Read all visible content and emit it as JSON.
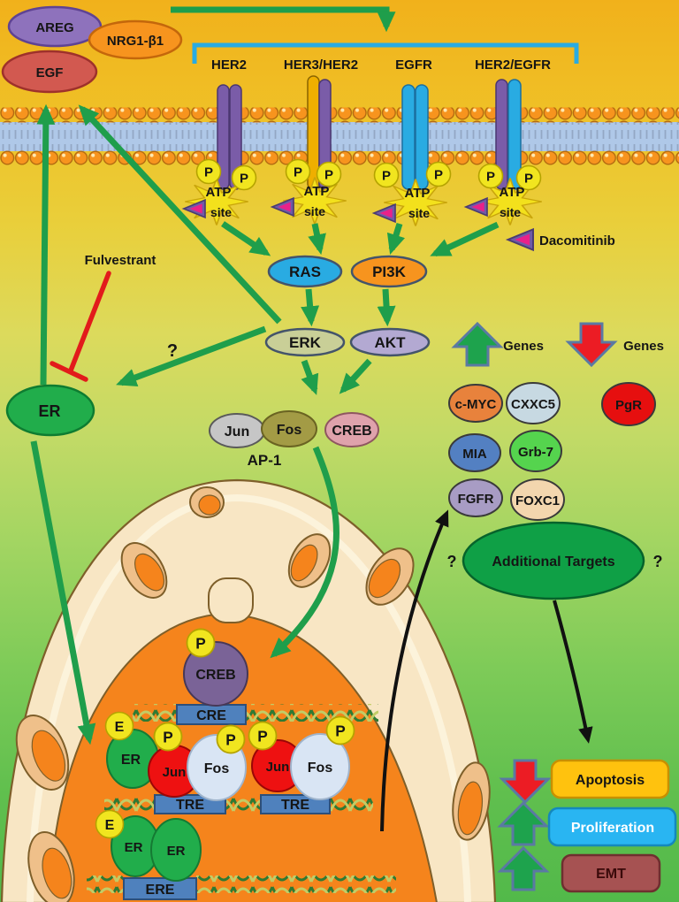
{
  "ligands": {
    "areg": "AREG",
    "nrg1": "NRG1-β1",
    "egf": "EGF"
  },
  "receptors": [
    {
      "label": "HER2"
    },
    {
      "label": "HER3/HER2"
    },
    {
      "label": "EGFR"
    },
    {
      "label": "HER2/EGFR"
    }
  ],
  "badges": {
    "p": "P",
    "e": "E"
  },
  "atp_site": {
    "line1": "ATP",
    "line2": "site"
  },
  "legend": {
    "drug": "Dacomitinib"
  },
  "inhibitor": {
    "label": "Fulvestrant"
  },
  "pathway": {
    "ras": "RAS",
    "pi3k": "PI3K",
    "erk": "ERK",
    "akt": "AKT",
    "er": "ER",
    "question": "?"
  },
  "ap1": {
    "jun": "Jun",
    "fos": "Fos",
    "creb": "CREB",
    "label": "AP-1"
  },
  "gene_regulation": {
    "up_arrow_label": "Genes",
    "down_arrow_label": "Genes",
    "upregulated": [
      "c-MYC",
      "CXXC5",
      "MIA",
      "Grb-7",
      "FGFR",
      "FOXC1"
    ],
    "downregulated": [
      "PgR"
    ],
    "additional_targets": "Additional Targets",
    "question": "?"
  },
  "nucleus": {
    "creb": "CREB",
    "cre": "CRE",
    "er": "ER",
    "jun": "Jun",
    "fos": "Fos",
    "tre": "TRE",
    "ere": "ERE"
  },
  "outcomes": {
    "apoptosis": "Apoptosis",
    "proliferation": "Proliferation",
    "emt": "EMT"
  },
  "colors": {
    "arrow_green": "#1F9E4B",
    "inhibit_red": "#E21B1B",
    "bracket_blue": "#29ABE2",
    "membrane_band": "#AFC8E8",
    "bead_orange": "#F7941E",
    "nucleus_envelope": "#F8E6C4",
    "nucleoplasm": "#F5841C",
    "up_block_arrow": "#1EA34D",
    "down_block_arrow": "#EC1C24"
  }
}
